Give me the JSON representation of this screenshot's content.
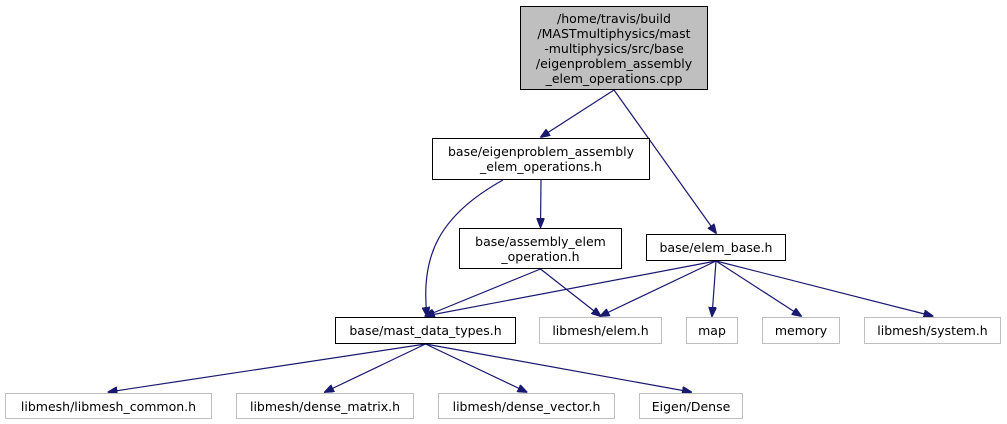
{
  "colors": {
    "edge": "#191970",
    "root_fill": "#bfbfbf",
    "node_border": "#000000",
    "external_border": "#bfbfbf",
    "background": "#ffffff"
  },
  "nodes": {
    "root": {
      "lines": [
        "/home/travis/build",
        "/MASTmultiphysics/mast",
        "-multiphysics/src/base",
        "/eigenproblem_assembly",
        "_elem_operations.cpp"
      ],
      "kind": "root"
    },
    "eig_h": {
      "lines": [
        "base/eigenproblem_assembly",
        "_elem_operations.h"
      ],
      "kind": "documented"
    },
    "asm_op": {
      "lines": [
        "base/assembly_elem",
        "_operation.h"
      ],
      "kind": "documented"
    },
    "elem_base": {
      "lines": [
        "base/elem_base.h"
      ],
      "kind": "documented"
    },
    "mast_types": {
      "lines": [
        "base/mast_data_types.h"
      ],
      "kind": "documented"
    },
    "lm_elem": {
      "lines": [
        "libmesh/elem.h"
      ],
      "kind": "external"
    },
    "map": {
      "lines": [
        "map"
      ],
      "kind": "external"
    },
    "memory": {
      "lines": [
        "memory"
      ],
      "kind": "external"
    },
    "lm_system": {
      "lines": [
        "libmesh/system.h"
      ],
      "kind": "external"
    },
    "lm_common": {
      "lines": [
        "libmesh/libmesh_common.h"
      ],
      "kind": "external"
    },
    "dense_matrix": {
      "lines": [
        "libmesh/dense_matrix.h"
      ],
      "kind": "external"
    },
    "dense_vector": {
      "lines": [
        "libmesh/dense_vector.h"
      ],
      "kind": "external"
    },
    "eigen_dense": {
      "lines": [
        "Eigen/Dense"
      ],
      "kind": "external"
    }
  },
  "edges": [
    [
      "root",
      "eig_h"
    ],
    [
      "root",
      "elem_base"
    ],
    [
      "eig_h",
      "mast_types"
    ],
    [
      "eig_h",
      "asm_op"
    ],
    [
      "asm_op",
      "mast_types"
    ],
    [
      "asm_op",
      "lm_elem"
    ],
    [
      "elem_base",
      "mast_types"
    ],
    [
      "elem_base",
      "lm_elem"
    ],
    [
      "elem_base",
      "map"
    ],
    [
      "elem_base",
      "memory"
    ],
    [
      "elem_base",
      "lm_system"
    ],
    [
      "mast_types",
      "lm_common"
    ],
    [
      "mast_types",
      "dense_matrix"
    ],
    [
      "mast_types",
      "dense_vector"
    ],
    [
      "mast_types",
      "eigen_dense"
    ]
  ]
}
